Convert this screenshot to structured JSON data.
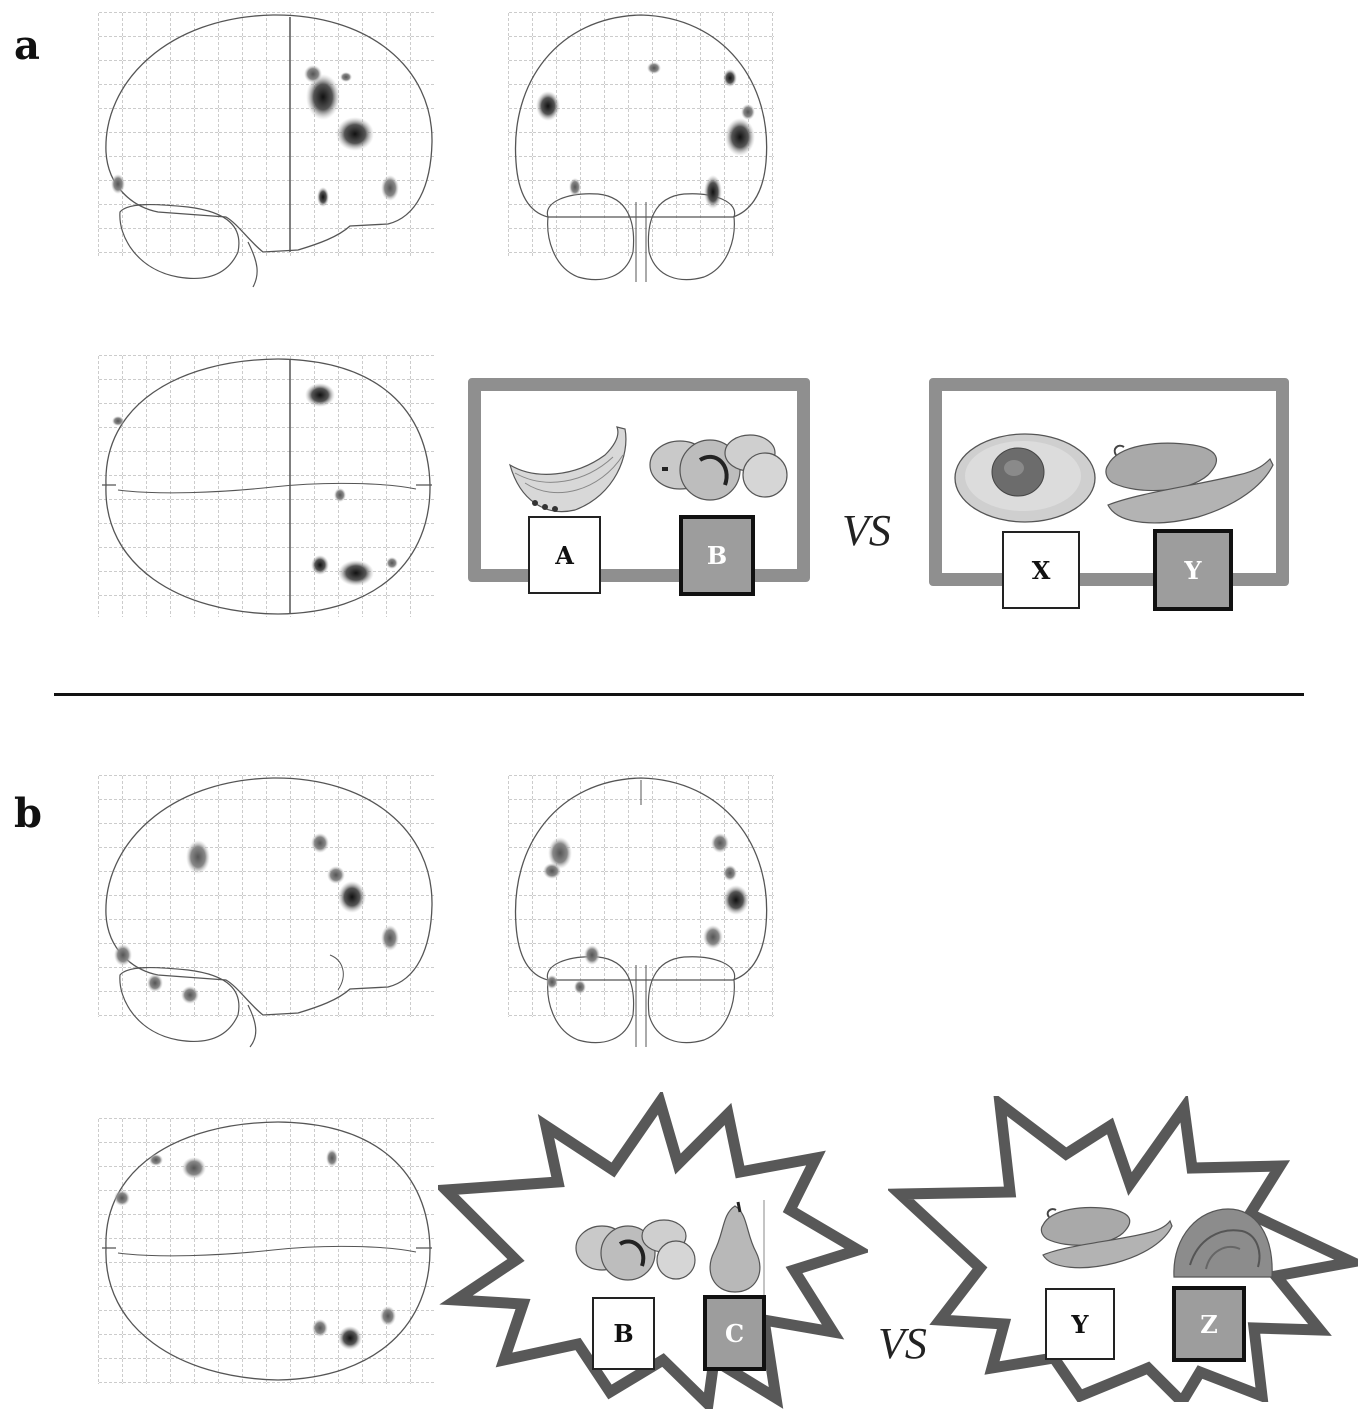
{
  "panels": {
    "a": {
      "letter": "a",
      "pair_left": {
        "left_label": "A",
        "right_label": "B"
      },
      "vs": "VS",
      "pair_right": {
        "left_label": "X",
        "right_label": "Y"
      }
    },
    "b": {
      "letter": "b",
      "pair_left": {
        "left_label": "B",
        "right_label": "C"
      },
      "vs": "VS",
      "pair_right": {
        "left_label": "Y",
        "right_label": "Z"
      }
    }
  },
  "colors": {
    "frame": "#8f8f8f",
    "grey_box": "#9d9d9d",
    "burst_stroke": "#585858"
  },
  "stimuli": {
    "a_left": [
      "banana",
      "mushroom"
    ],
    "a_right": [
      "avocado",
      "pepper"
    ],
    "b_left": [
      "mushroom",
      "pear"
    ],
    "b_right": [
      "pepper",
      "lettuce"
    ]
  }
}
